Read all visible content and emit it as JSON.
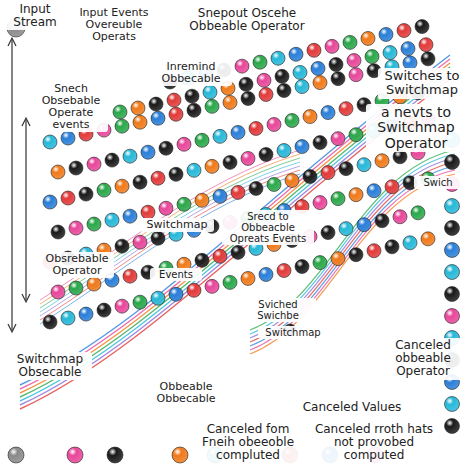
{
  "diagram": {
    "labels": [
      "Input Stream",
      "Input Events Overeuble Operats",
      "Snepout Oscehe Obbeable Operator",
      "Inremind Obbecable",
      "Snech Obsebable Operate events",
      "Switches to Switchmap",
      "a nevts to Switchmap Operator",
      "Switchmap",
      "Srecd to Obbeacble Opreats Events",
      "Obsrebable Operator",
      "Events",
      "Swich",
      "Sviched Swichbe",
      "Switchmap",
      "Canceled obbeable Operator",
      "Switchmap Obsecable",
      "Obbeable Obbecable",
      "Canceled Values",
      "Canceled fom Fneih obeeoble compluted",
      "Canceled rroth hats not provobed computed"
    ]
  }
}
